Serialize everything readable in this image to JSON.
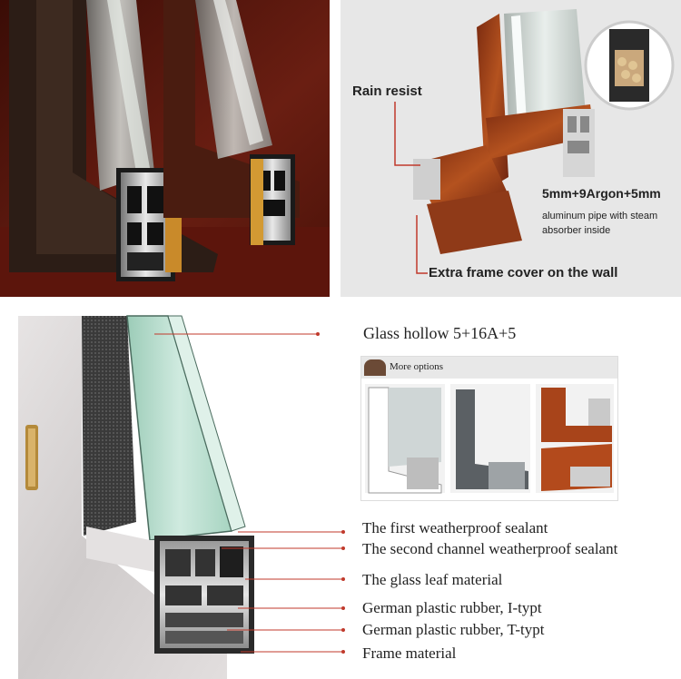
{
  "top_right_labels": {
    "rain": "Rain resist",
    "glass_spec": "5mm+9Argon+5mm",
    "pipe_line1": "aluminum pipe with steam",
    "pipe_line2": "absorber inside",
    "frame_cover": "Extra frame cover on the wall"
  },
  "bottom_labels": {
    "glass_hollow": "Glass hollow 5+16A+5",
    "more_options": "More options",
    "callouts": [
      "The first  weatherproof sealant",
      "The second channel weatherproof sealant",
      "The glass leaf material",
      "German plastic rubber, I-typt",
      "German plastic rubber, T-typt",
      "Frame material"
    ]
  },
  "colors": {
    "brown_bg": "#5a1a10",
    "wood": "#8a3a1c",
    "callout_red": "#c0392b",
    "glass_green": "#bfe3d2"
  }
}
